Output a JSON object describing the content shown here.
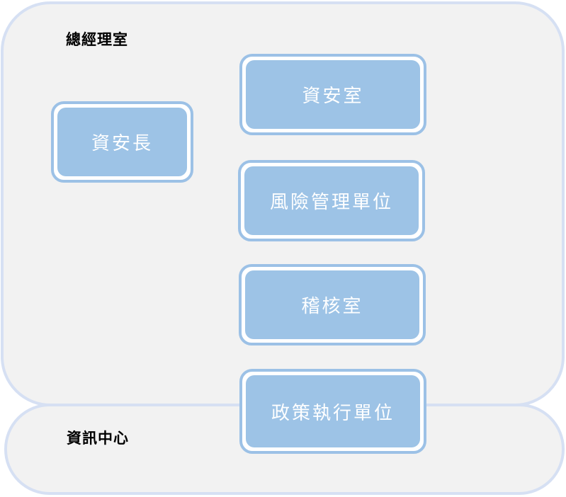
{
  "zones": {
    "general_manager_office": {
      "label": "總經理室"
    },
    "information_center": {
      "label": "資訊中心"
    }
  },
  "boxes": {
    "chief_security_officer": {
      "label": "資安長"
    },
    "security_office": {
      "label": "資安室"
    },
    "risk_management_unit": {
      "label": "風險管理單位"
    },
    "audit_office": {
      "label": "稽核室"
    },
    "policy_execution_unit": {
      "label": "政策執行單位"
    }
  },
  "colors": {
    "zone_fill": "#f2f2f2",
    "zone_border": "#d6e0f3",
    "box_fill": "#9dc3e6",
    "box_border": "#9cc1e6",
    "box_text": "#ffffff"
  }
}
